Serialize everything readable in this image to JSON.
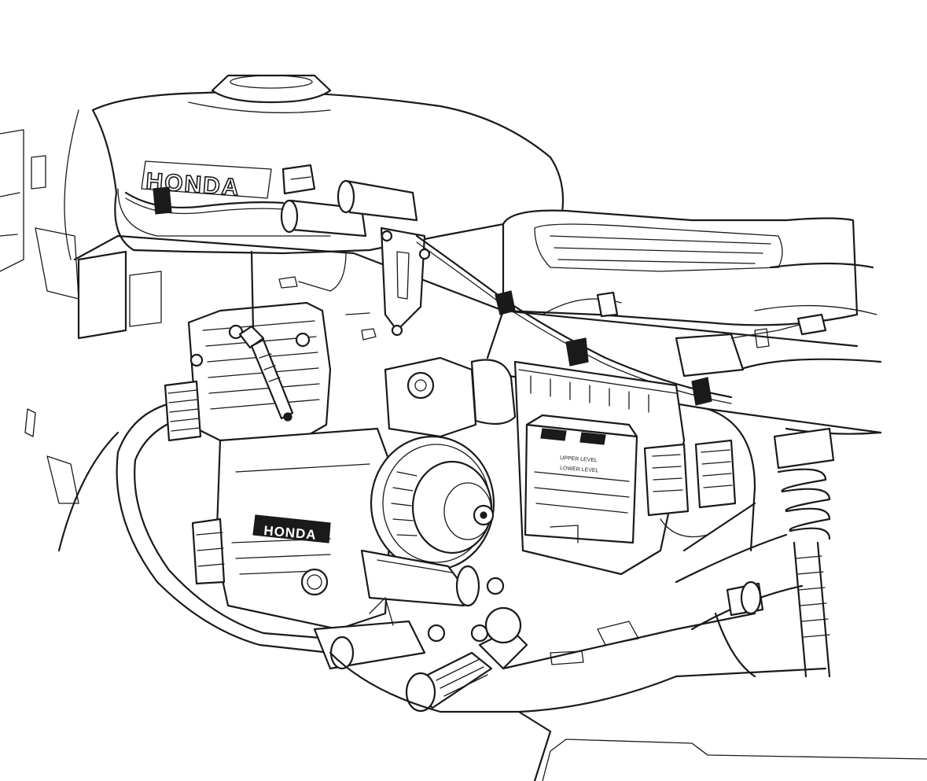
{
  "illustration": {
    "tank_brand": "HONDA",
    "engine_brand": "HONDA",
    "battery_upper_label": "UPPER LEVEL",
    "battery_lower_label": "LOWER LEVEL"
  },
  "colors": {
    "ink": "#1a1a1a",
    "paper": "#ffffff"
  }
}
